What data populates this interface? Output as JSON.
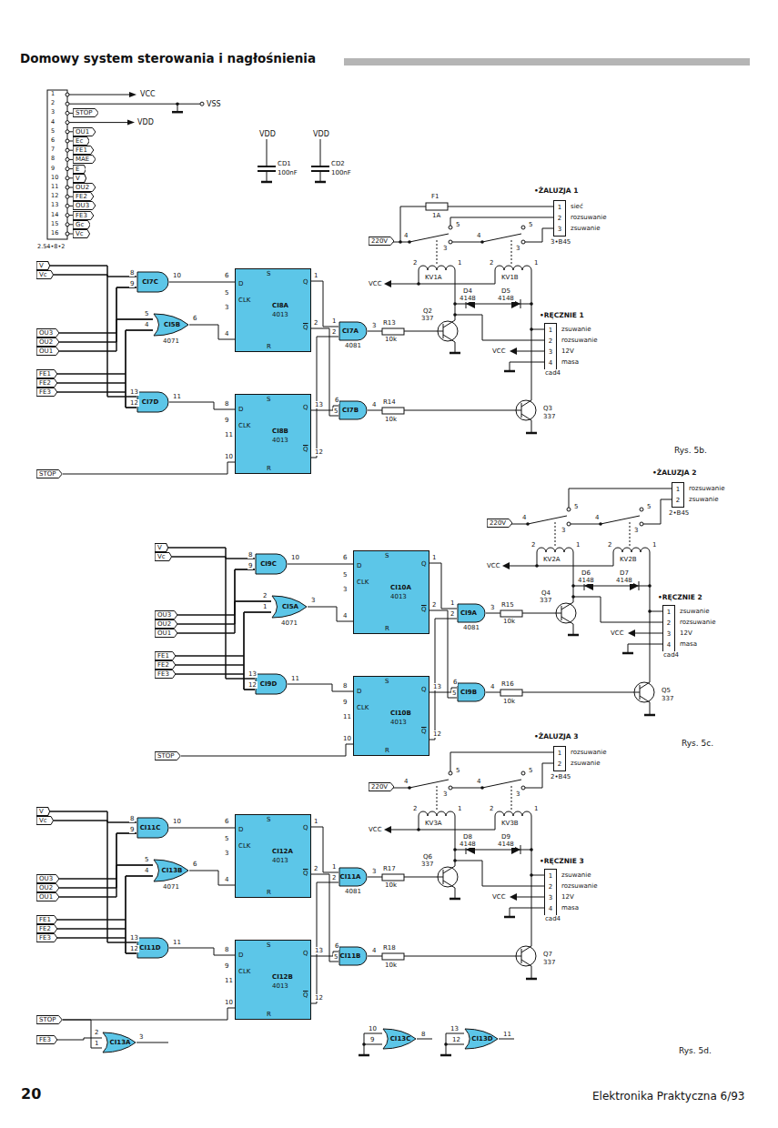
{
  "diagram": {
    "title": "Domowy system sterowania i nagłośnienia",
    "nodes": [
      {
        "text": [
          "STOP"
        ]
      },
      {
        "text": [
          "OU1"
        ]
      },
      {
        "text": [
          "Ec"
        ]
      },
      {
        "text": [
          "FE1"
        ]
      },
      {
        "text": [
          "MAE"
        ]
      },
      {
        "text": [
          "E"
        ]
      },
      {
        "text": [
          "V"
        ]
      },
      {
        "text": [
          "OU2"
        ]
      },
      {
        "text": [
          "FE2"
        ]
      },
      {
        "text": [
          "OU3"
        ]
      },
      {
        "text": [
          "FE3"
        ]
      },
      {
        "text": [
          "Gc"
        ]
      },
      {
        "text": [
          "Vc"
        ]
      },
      {
        "text": [
          "V"
        ]
      },
      {
        "text": [
          "Vc"
        ]
      },
      {
        "text": [
          "OU3"
        ]
      },
      {
        "text": [
          "OU2"
        ]
      },
      {
        "text": [
          "OU1"
        ]
      },
      {
        "text": [
          "FE1"
        ]
      },
      {
        "text": [
          "FE2"
        ]
      },
      {
        "text": [
          "FE3"
        ]
      },
      {
        "text": [
          "CI7C"
        ]
      },
      {
        "text": [
          "CI5B",
          "4071"
        ]
      },
      {
        "text": [
          "CI7D"
        ]
      },
      {
        "text": [
          "S",
          "D",
          "CLK",
          "R",
          "Q",
          "Q",
          "CI8A",
          "4013"
        ]
      },
      {
        "text": [
          "S",
          "D",
          "CLK",
          "R",
          "Q",
          "Q",
          "CI8B",
          "4013"
        ]
      },
      {
        "text": [
          "CI7A",
          "4081"
        ]
      },
      {
        "text": [
          "CI7B"
        ]
      },
      {
        "text": [
          "STOP"
        ]
      },
      {
        "text": [
          "220V"
        ]
      },
      {
        "text": [
          "1",
          "2",
          "3"
        ]
      },
      {
        "text": [
          "1",
          "2",
          "3",
          "4"
        ]
      },
      {
        "text": [
          "V"
        ]
      },
      {
        "text": [
          "Vc"
        ]
      },
      {
        "text": [
          "OU3"
        ]
      },
      {
        "text": [
          "OU2"
        ]
      },
      {
        "text": [
          "OU1"
        ]
      },
      {
        "text": [
          "FE1"
        ]
      },
      {
        "text": [
          "FE2"
        ]
      },
      {
        "text": [
          "FE3"
        ]
      },
      {
        "text": [
          "CI9C"
        ]
      },
      {
        "text": [
          "CI5A",
          "4071"
        ]
      },
      {
        "text": [
          "CI9D"
        ]
      },
      {
        "text": [
          "S",
          "D",
          "CLK",
          "R",
          "Q",
          "Q",
          "CI10A",
          "4013"
        ]
      },
      {
        "text": [
          "S",
          "D",
          "CLK",
          "R",
          "Q",
          "Q",
          "CI10B",
          "4013"
        ]
      },
      {
        "text": [
          "CI9A",
          "4081"
        ]
      },
      {
        "text": [
          "CI9B"
        ]
      },
      {
        "text": [
          "STOP"
        ]
      },
      {
        "text": [
          "220V"
        ]
      },
      {
        "text": [
          "1",
          "2"
        ]
      },
      {
        "text": [
          "1",
          "2",
          "3",
          "4"
        ]
      },
      {
        "text": [
          "V"
        ]
      },
      {
        "text": [
          "Vc"
        ]
      },
      {
        "text": [
          "OU3"
        ]
      },
      {
        "text": [
          "OU2"
        ]
      },
      {
        "text": [
          "OU1"
        ]
      },
      {
        "text": [
          "FE1"
        ]
      },
      {
        "text": [
          "FE2"
        ]
      },
      {
        "text": [
          "FE3"
        ]
      },
      {
        "text": [
          "CI11C"
        ]
      },
      {
        "text": [
          "CI13B",
          "4071"
        ]
      },
      {
        "text": [
          "CI11D"
        ]
      },
      {
        "text": [
          "S",
          "D",
          "CLK",
          "R",
          "Q",
          "Q",
          "CI12A",
          "4013"
        ]
      },
      {
        "text": [
          "S",
          "D",
          "CLK",
          "R",
          "Q",
          "Q",
          "CI12B",
          "4013"
        ]
      },
      {
        "text": [
          "CI11A",
          "4081"
        ]
      },
      {
        "text": [
          "CI11B"
        ]
      },
      {
        "text": [
          "STOP"
        ]
      },
      {
        "text": [
          "220V"
        ]
      },
      {
        "text": [
          "1",
          "2"
        ]
      },
      {
        "text": [
          "1",
          "2",
          "3",
          "4"
        ]
      },
      {
        "text": [
          "FE3"
        ]
      },
      {
        "text": [
          "CI13A"
        ]
      },
      {
        "text": [
          "CI13C"
        ]
      },
      {
        "text": [
          "CI13D"
        ]
      }
    ],
    "edges": [
      {
        "from": 13,
        "to": 21,
        "arrow": "none"
      },
      {
        "from": 14,
        "to": 21,
        "arrow": "none"
      },
      {
        "from": 13,
        "to": 23,
        "arrow": "none"
      },
      {
        "from": 14,
        "to": 23,
        "arrow": "none"
      },
      {
        "from": 15,
        "to": 21,
        "arrow": "none"
      },
      {
        "from": 16,
        "to": 21,
        "arrow": "none"
      },
      {
        "from": 17,
        "to": 21,
        "arrow": "none"
      },
      {
        "from": 15,
        "to": 22,
        "arrow": "none"
      },
      {
        "from": 16,
        "to": 22,
        "arrow": "none"
      },
      {
        "from": 17,
        "to": 22,
        "arrow": "none"
      },
      {
        "from": 18,
        "to": 23,
        "arrow": "none"
      },
      {
        "from": 19,
        "to": 23,
        "arrow": "none"
      },
      {
        "from": 20,
        "to": 23,
        "arrow": "none"
      },
      {
        "from": 18,
        "to": 22,
        "arrow": "none"
      },
      {
        "from": 19,
        "to": 22,
        "arrow": "none"
      },
      {
        "from": 20,
        "to": 22,
        "arrow": "none"
      },
      {
        "from": 21,
        "to": 24,
        "arrow": "none"
      },
      {
        "from": 22,
        "to": 24,
        "arrow": "none"
      },
      {
        "from": 23,
        "to": 25,
        "arrow": "none"
      },
      {
        "from": 28,
        "to": 25,
        "arrow": "none"
      },
      {
        "from": 24,
        "to": 26,
        "arrow": "none"
      },
      {
        "from": 24,
        "to": 27,
        "arrow": "none"
      },
      {
        "from": 25,
        "to": 27,
        "arrow": "none"
      },
      {
        "from": 25,
        "to": 26,
        "arrow": "none"
      },
      {
        "from": 32,
        "to": 40,
        "arrow": "none"
      },
      {
        "from": 33,
        "to": 40,
        "arrow": "none"
      },
      {
        "from": 32,
        "to": 42,
        "arrow": "none"
      },
      {
        "from": 33,
        "to": 42,
        "arrow": "none"
      },
      {
        "from": 34,
        "to": 40,
        "arrow": "none"
      },
      {
        "from": 35,
        "to": 40,
        "arrow": "none"
      },
      {
        "from": 36,
        "to": 40,
        "arrow": "none"
      },
      {
        "from": 34,
        "to": 41,
        "arrow": "none"
      },
      {
        "from": 35,
        "to": 41,
        "arrow": "none"
      },
      {
        "from": 36,
        "to": 41,
        "arrow": "none"
      },
      {
        "from": 37,
        "to": 42,
        "arrow": "none"
      },
      {
        "from": 38,
        "to": 42,
        "arrow": "none"
      },
      {
        "from": 39,
        "to": 42,
        "arrow": "none"
      },
      {
        "from": 37,
        "to": 41,
        "arrow": "none"
      },
      {
        "from": 38,
        "to": 41,
        "arrow": "none"
      },
      {
        "from": 39,
        "to": 41,
        "arrow": "none"
      },
      {
        "from": 40,
        "to": 43,
        "arrow": "none"
      },
      {
        "from": 41,
        "to": 43,
        "arrow": "none"
      },
      {
        "from": 42,
        "to": 44,
        "arrow": "none"
      },
      {
        "from": 47,
        "to": 44,
        "arrow": "none"
      },
      {
        "from": 43,
        "to": 45,
        "arrow": "none"
      },
      {
        "from": 43,
        "to": 46,
        "arrow": "none"
      },
      {
        "from": 44,
        "to": 46,
        "arrow": "none"
      },
      {
        "from": 44,
        "to": 45,
        "arrow": "none"
      },
      {
        "from": 51,
        "to": 59,
        "arrow": "none"
      },
      {
        "from": 52,
        "to": 59,
        "arrow": "none"
      },
      {
        "from": 51,
        "to": 61,
        "arrow": "none"
      },
      {
        "from": 52,
        "to": 61,
        "arrow": "none"
      },
      {
        "from": 53,
        "to": 59,
        "arrow": "none"
      },
      {
        "from": 54,
        "to": 59,
        "arrow": "none"
      },
      {
        "from": 55,
        "to": 59,
        "arrow": "none"
      },
      {
        "from": 53,
        "to": 60,
        "arrow": "none"
      },
      {
        "from": 54,
        "to": 60,
        "arrow": "none"
      },
      {
        "from": 55,
        "to": 60,
        "arrow": "none"
      },
      {
        "from": 56,
        "to": 61,
        "arrow": "none"
      },
      {
        "from": 57,
        "to": 61,
        "arrow": "none"
      },
      {
        "from": 58,
        "to": 61,
        "arrow": "none"
      },
      {
        "from": 56,
        "to": 60,
        "arrow": "none"
      },
      {
        "from": 57,
        "to": 60,
        "arrow": "none"
      },
      {
        "from": 58,
        "to": 60,
        "arrow": "none"
      },
      {
        "from": 59,
        "to": 62,
        "arrow": "none"
      },
      {
        "from": 60,
        "to": 62,
        "arrow": "none"
      },
      {
        "from": 61,
        "to": 63,
        "arrow": "none"
      },
      {
        "from": 66,
        "to": 63,
        "arrow": "none"
      },
      {
        "from": 62,
        "to": 64,
        "arrow": "none"
      },
      {
        "from": 62,
        "to": 65,
        "arrow": "none"
      },
      {
        "from": 63,
        "to": 65,
        "arrow": "none"
      },
      {
        "from": 63,
        "to": 64,
        "arrow": "none"
      },
      {
        "from": 70,
        "to": 71,
        "arrow": "none"
      },
      {
        "from": 66,
        "to": 71,
        "arrow": "none"
      }
    ],
    "labels": [
      "VCC",
      "VSS",
      "VDD",
      "1",
      "2",
      "3",
      "4",
      "5",
      "6",
      "7",
      "8",
      "9",
      "10",
      "11",
      "12",
      "13",
      "14",
      "15",
      "16",
      "2.54•8•2",
      "VDD",
      "VDD",
      "CD1",
      "100nF",
      "CD2",
      "100nF",
      "8",
      "9",
      "10",
      "5",
      "4",
      "6",
      "13",
      "12",
      "11",
      "6",
      "5",
      "3",
      "4",
      "1",
      "2",
      "8",
      "9",
      "11",
      "10",
      "13",
      "12",
      "1",
      "2",
      "3",
      "6",
      "5",
      "4",
      "R13",
      "10k",
      "R14",
      "10k",
      "Q2",
      "337",
      "Q3",
      "337",
      "VCC",
      "2",
      "1",
      "KV1A",
      "2",
      "1",
      "KV1B",
      "4",
      "3",
      "5",
      "4",
      "3",
      "5",
      "D4",
      "4148",
      "D5",
      "4148",
      "F1",
      "1A",
      "•ŻALUZJA 1",
      "sieć",
      "rozsuwanie",
      "zsuwanie",
      "3•B45",
      "•RĘCZNIE 1",
      "zsuwanie",
      "rozsuwanie",
      "12V",
      "masa",
      "cad4",
      "VCC",
      "Rys. 5b.",
      "8",
      "9",
      "10",
      "2",
      "1",
      "3",
      "13",
      "12",
      "11",
      "6",
      "5",
      "3",
      "4",
      "1",
      "2",
      "8",
      "9",
      "11",
      "10",
      "13",
      "12",
      "1",
      "2",
      "3",
      "6",
      "5",
      "4",
      "R15",
      "10k",
      "R16",
      "10k",
      "Q4",
      "337",
      "Q5",
      "337",
      "VCC",
      "2",
      "1",
      "KV2A",
      "2",
      "1",
      "KV2B",
      "4",
      "3",
      "5",
      "4",
      "3",
      "5",
      "D6",
      "4148",
      "D7",
      "4148",
      "•ŻALUZJA 2",
      "rozsuwanie",
      "zsuwanie",
      "2•B45",
      "•RĘCZNIE 2",
      "zsuwanie",
      "rozsuwanie",
      "12V",
      "masa",
      "cad4",
      "VCC",
      "Rys. 5c.",
      "8",
      "9",
      "10",
      "5",
      "4",
      "6",
      "13",
      "12",
      "11",
      "6",
      "5",
      "3",
      "4",
      "1",
      "2",
      "8",
      "9",
      "11",
      "10",
      "13",
      "12",
      "1",
      "2",
      "3",
      "6",
      "5",
      "4",
      "R17",
      "10k",
      "R18",
      "10k",
      "Q6",
      "337",
      "Q7",
      "337",
      "VCC",
      "2",
      "1",
      "KV3A",
      "2",
      "1",
      "KV3B",
      "4",
      "3",
      "5",
      "4",
      "3",
      "5",
      "D8",
      "4148",
      "D9",
      "4148",
      "•ŻALUZJA 3",
      "rozsuwanie",
      "zsuwanie",
      "2•B45",
      "•RĘCZNIE 3",
      "zsuwanie",
      "rozsuwanie",
      "12V",
      "masa",
      "cad4",
      "VCC",
      "Rys. 5d.",
      "2",
      "1",
      "3",
      "10",
      "9",
      "8",
      "13",
      "12",
      "11",
      "20",
      "Elektronika Praktyczna 6/93"
    ]
  }
}
